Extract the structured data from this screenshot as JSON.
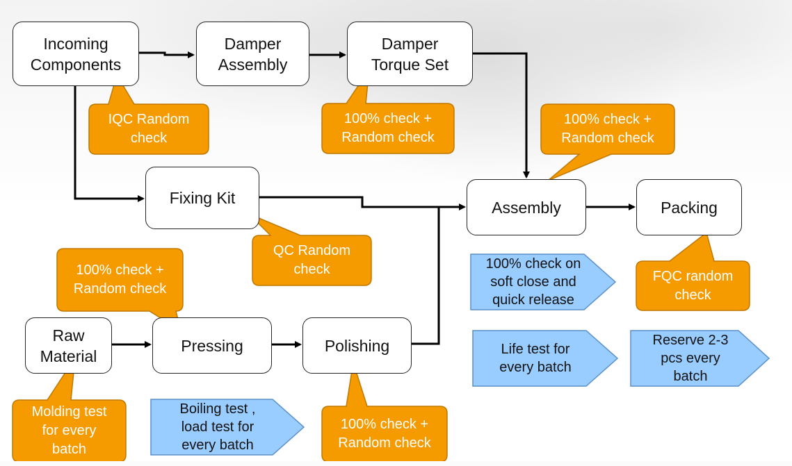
{
  "diagram": {
    "processes": {
      "incoming_components": "Incoming\nComponents",
      "damper_assembly": "Damper\nAssembly",
      "damper_torque_set": "Damper\nTorque Set",
      "fixing_kit": "Fixing Kit",
      "assembly": "Assembly",
      "packing": "Packing",
      "raw_material": "Raw\nMaterial",
      "pressing": "Pressing",
      "polishing": "Polishing"
    },
    "quality_checks": {
      "iqc": "IQC Random\ncheck",
      "torque_set_check": "100% check +\nRandom check",
      "assembly_check": "100% check +\nRandom check",
      "fixing_kit_check": "QC Random\ncheck",
      "pressing_check": "100% check +\nRandom check",
      "fqc": "FQC random\ncheck",
      "molding_test": "Molding test\nfor every\nbatch",
      "polishing_check": "100% check +\nRandom check"
    },
    "tests": {
      "soft_close": "100% check on\nsoft close and\nquick release",
      "life_test": "Life test for\nevery batch",
      "reserve": "Reserve 2-3\npcs every\nbatch",
      "boiling": "Boiling test ,\nload test for\nevery batch"
    },
    "colors": {
      "callout_fill": "#f59b00",
      "callout_stroke": "#c07800",
      "test_fill": "#99ccff",
      "test_stroke": "#5a8fc7",
      "connector": "#000000"
    }
  }
}
